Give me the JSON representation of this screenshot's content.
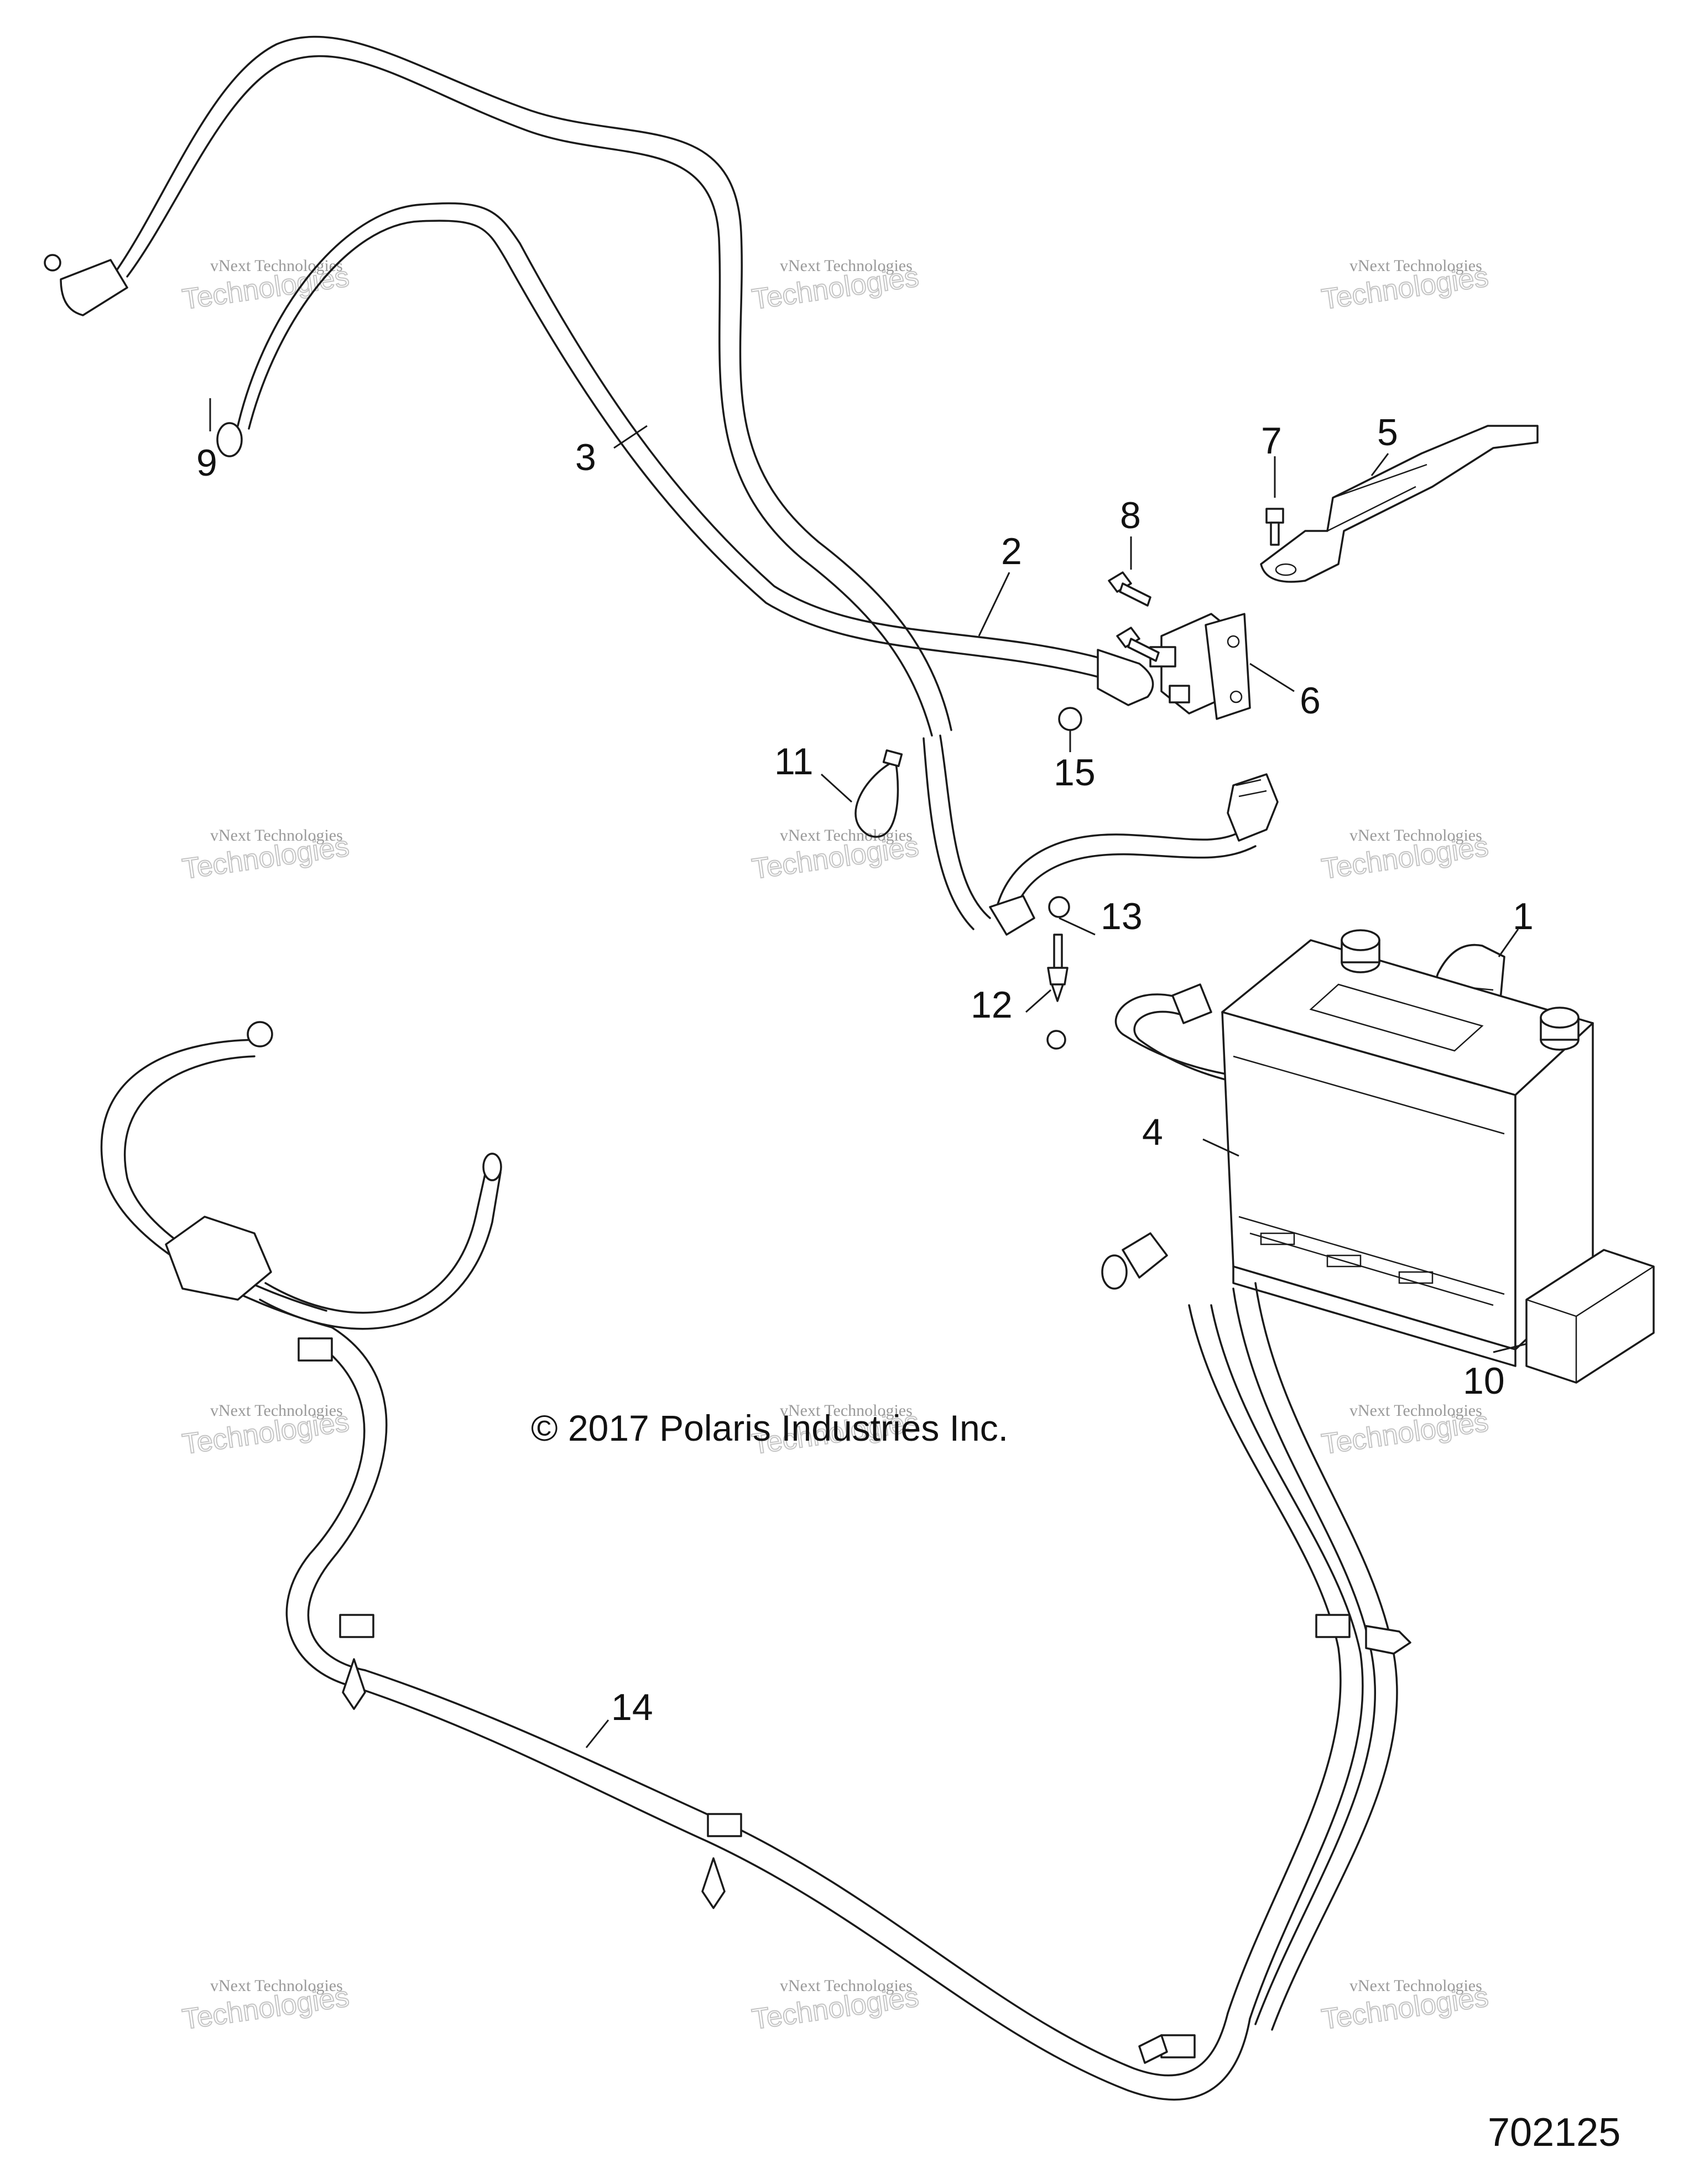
{
  "diagram": {
    "callouts": [
      "1",
      "2",
      "3",
      "4",
      "5",
      "6",
      "7",
      "8",
      "9",
      "10",
      "11",
      "12",
      "13",
      "14",
      "15"
    ],
    "copyright": "© 2017 Polaris Industries Inc.",
    "figure_number": "702125",
    "watermark": {
      "small": "vNext Technologies",
      "large": "Technologies",
      "tag": "vNext"
    }
  }
}
